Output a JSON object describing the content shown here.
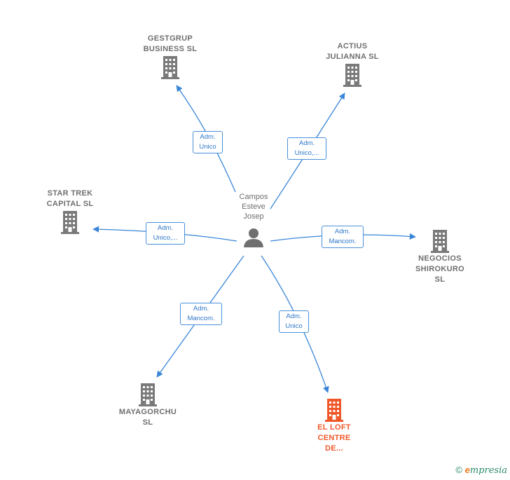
{
  "center": {
    "name": "Campos\nEsteve\nJosep",
    "icon": "person-icon"
  },
  "companies": [
    {
      "id": "gestgrup",
      "label": "GESTGRUP\nBUSINESS  SL",
      "role": "Adm.\nUnico",
      "color": "#7a7a7a",
      "icon": "building-icon"
    },
    {
      "id": "actius",
      "label": "ACTIUS\nJULIANNA  SL",
      "role": "Adm.\nUnico,...",
      "color": "#7a7a7a",
      "icon": "building-icon"
    },
    {
      "id": "startrek",
      "label": "STAR TREK\nCAPITAL  SL",
      "role": "Adm.\nUnico,...",
      "color": "#7a7a7a",
      "icon": "building-icon"
    },
    {
      "id": "negocios",
      "label": "NEGOCIOS\nSHIROKURO\nSL",
      "role": "Adm.\nMancom.",
      "color": "#7a7a7a",
      "icon": "building-icon"
    },
    {
      "id": "mayagorchu",
      "label": "MAYAGORCHU\nSL",
      "role": "Adm.\nMancom.",
      "color": "#7a7a7a",
      "icon": "building-icon"
    },
    {
      "id": "elloft",
      "label": "EL LOFT\nCENTRE\nDE...",
      "role": "Adm.\nUnico",
      "color": "#f0582a",
      "icon": "building-icon"
    }
  ],
  "edge_color": "#3a86d8",
  "footer": {
    "copyright": "©",
    "brand_e": "e",
    "brand_rest": "mpresia"
  }
}
